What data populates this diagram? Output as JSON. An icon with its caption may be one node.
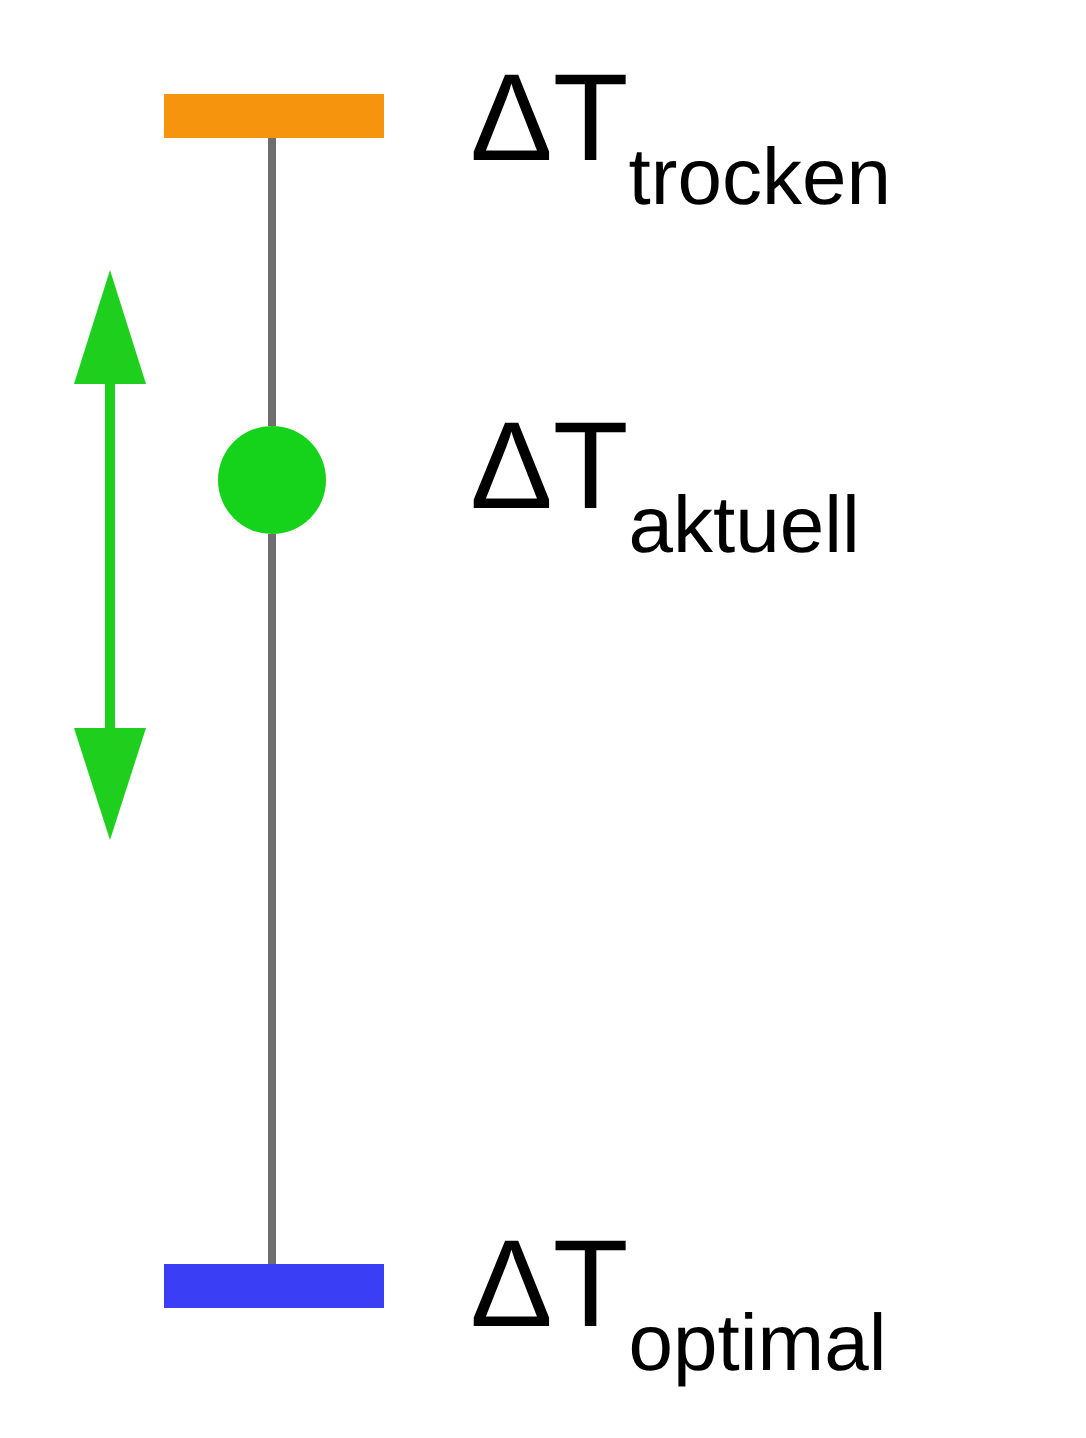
{
  "diagram": {
    "nodes": [
      {
        "text": [],
        "shape": "bar",
        "beside": [
          "ΔT$_{trocken}$"
        ]
      },
      {
        "text": [],
        "shape": "circle",
        "beside": [
          "ΔT$_{aktuell}$"
        ]
      },
      {
        "text": [],
        "shape": "bar",
        "beside": [
          "ΔT$_{optimal}$"
        ]
      }
    ],
    "edges": [
      {
        "from": 0,
        "to": 1,
        "arrow": "none"
      },
      {
        "from": 1,
        "to": 2,
        "arrow": "none"
      }
    ]
  }
}
